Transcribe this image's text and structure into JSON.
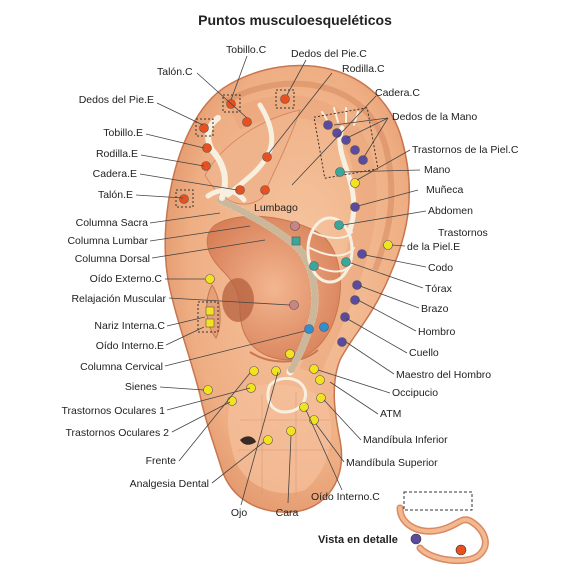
{
  "title": "Puntos musculoesqueléticos",
  "labels": {
    "tobillo_c": "Tobillo.C",
    "dedos_pie_c": "Dedos del Pie.C",
    "talon_c": "Talón.C",
    "rodilla_c": "Rodilla.C",
    "cadera_c": "Cadera.C",
    "dedos_pie_e": "Dedos del Pie.E",
    "dedos_mano": "Dedos de la Mano",
    "tobillo_e": "Tobillo.E",
    "trastornos_piel_c": "Trastornos de la Piel.C",
    "rodilla_e": "Rodilla.E",
    "mano": "Mano",
    "cadera_e": "Cadera.E",
    "muneca": "Muñeca",
    "talon_e": "Talón.E",
    "lumbago": "Lumbago",
    "abdomen": "Abdomen",
    "columna_sacra": "Columna Sacra",
    "trastornos_piel_e_1": "Trastornos",
    "trastornos_piel_e_2": "de la Piel.E",
    "columna_lumbar": "Columna Lumbar",
    "columna_dorsal": "Columna Dorsal",
    "codo": "Codo",
    "oido_externo_c": "Oído Externo.C",
    "torax": "Tórax",
    "relajacion_muscular": "Relajación Muscular",
    "brazo": "Brazo",
    "nariz_interna_c": "Nariz Interna.C",
    "hombro": "Hombro",
    "oido_interno_e": "Oído Interno.E",
    "cuello": "Cuello",
    "columna_cervical": "Columna Cervical",
    "maestro_hombro": "Maestro del Hombro",
    "sienes": "Sienes",
    "occipucio": "Occipucio",
    "trastornos_oculares_1": "Trastornos Oculares 1",
    "atm": "ATM",
    "trastornos_oculares_2": "Trastornos Oculares 2",
    "mandibula_inferior": "Mandíbula Inferior",
    "frente": "Frente",
    "mandibula_superior": "Mandíbula Superior",
    "analgesia_dental": "Analgesia Dental",
    "oido_interno_c": "Oído Interno.C",
    "ojo": "Ojo",
    "cara": "Cara",
    "vista_detalle": "Vista en detalle"
  },
  "colors": {
    "ear_skin": "#f3b88f",
    "ear_shadow": "#d98a62",
    "point_red": "#e8501e",
    "point_purple": "#5b4a9e",
    "point_yellow": "#f2e21f",
    "point_teal": "#3aa79b",
    "point_pink": "#c98484",
    "point_blue": "#2f8fd0",
    "line": "#3a3a3a"
  }
}
